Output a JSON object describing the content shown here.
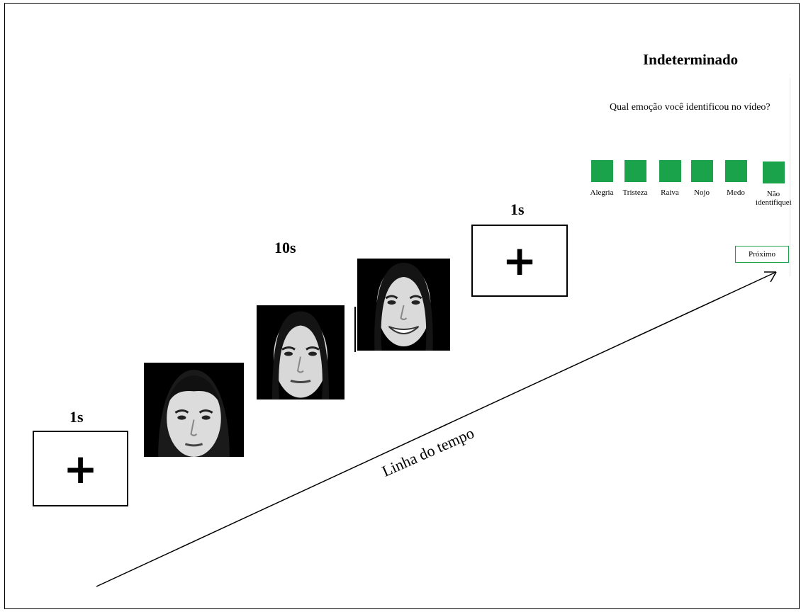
{
  "steps": {
    "fixation_start": {
      "duration": "1s",
      "symbol": "+"
    },
    "video": {
      "duration": "10s"
    },
    "fixation_end": {
      "duration": "1s",
      "symbol": "+"
    }
  },
  "timeline": {
    "label": "Linha do tempo"
  },
  "response_screen": {
    "title": "Indeterminado",
    "question": "Qual emoção você identificou no vídeo?",
    "options": [
      "Alegria",
      "Tristeza",
      "Raiva",
      "Nojo",
      "Medo",
      "Não identifiquei"
    ],
    "next_label": "Próximo",
    "accent_color": "#1aa34a"
  }
}
